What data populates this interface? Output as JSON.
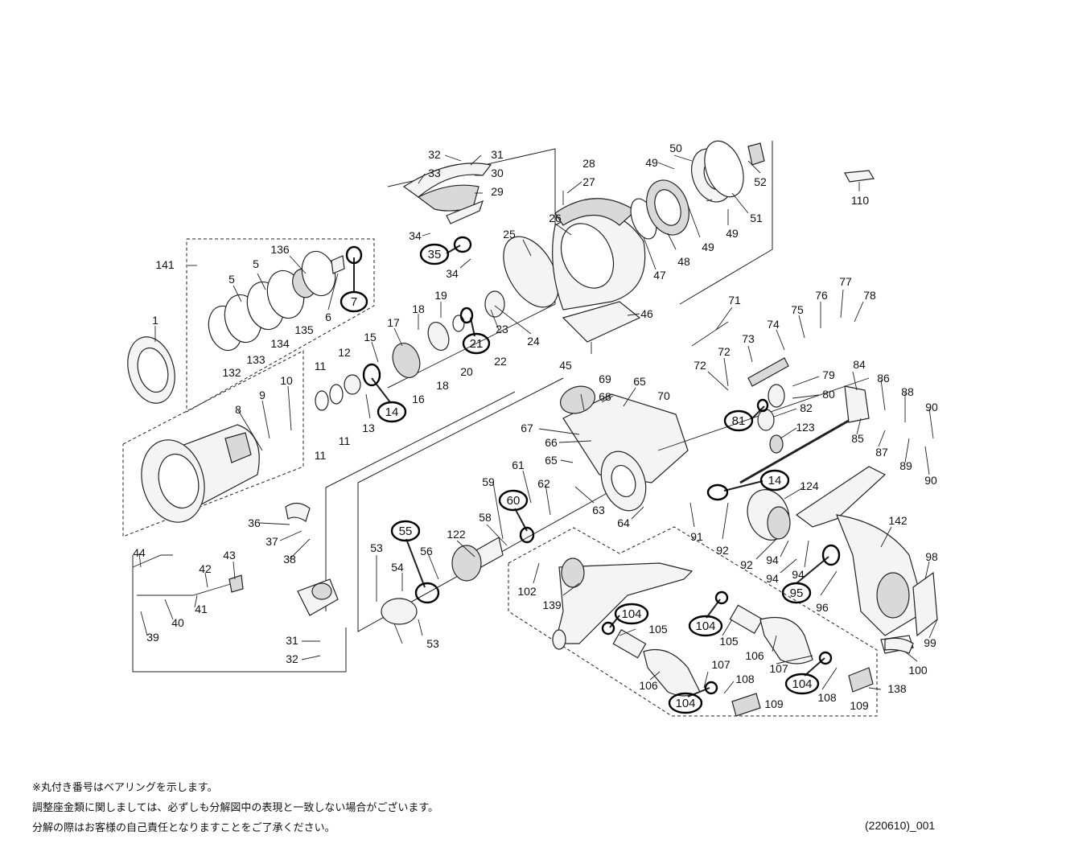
{
  "notes": [
    "※丸付き番号はベアリングを示します。",
    "調整座金類に関しましては、必ずしも分解図中の表現と一致しない場合がございます。",
    "分解の際はお客様の自己責任となりますことをご了承ください。"
  ],
  "diagram_code": "(220610)_001",
  "bearing_labels": [
    "7",
    "35",
    "21",
    "14",
    "14",
    "81",
    "60",
    "55",
    "95",
    "104",
    "104",
    "104",
    "104"
  ],
  "part_labels": [
    "1",
    "5",
    "5",
    "6",
    "8",
    "9",
    "10",
    "11",
    "11",
    "11",
    "12",
    "13",
    "15",
    "16",
    "17",
    "18",
    "18",
    "19",
    "20",
    "22",
    "23",
    "24",
    "25",
    "26",
    "27",
    "28",
    "29",
    "30",
    "31",
    "31",
    "32",
    "32",
    "33",
    "34",
    "34",
    "36",
    "37",
    "38",
    "39",
    "40",
    "41",
    "42",
    "43",
    "44",
    "45",
    "46",
    "47",
    "48",
    "49",
    "49",
    "49",
    "50",
    "51",
    "52",
    "53",
    "53",
    "54",
    "56",
    "58",
    "59",
    "61",
    "62",
    "63",
    "64",
    "65",
    "65",
    "66",
    "67",
    "68",
    "69",
    "70",
    "71",
    "72",
    "72",
    "73",
    "74",
    "75",
    "76",
    "77",
    "78",
    "79",
    "80",
    "82",
    "84",
    "85",
    "86",
    "87",
    "88",
    "89",
    "90",
    "90",
    "91",
    "92",
    "92",
    "94",
    "94",
    "94",
    "96",
    "98",
    "99",
    "100",
    "102",
    "105",
    "105",
    "106",
    "106",
    "107",
    "107",
    "108",
    "108",
    "109",
    "109",
    "110",
    "122",
    "123",
    "124",
    "132",
    "133",
    "134",
    "135",
    "136",
    "138",
    "139",
    "141",
    "142"
  ]
}
